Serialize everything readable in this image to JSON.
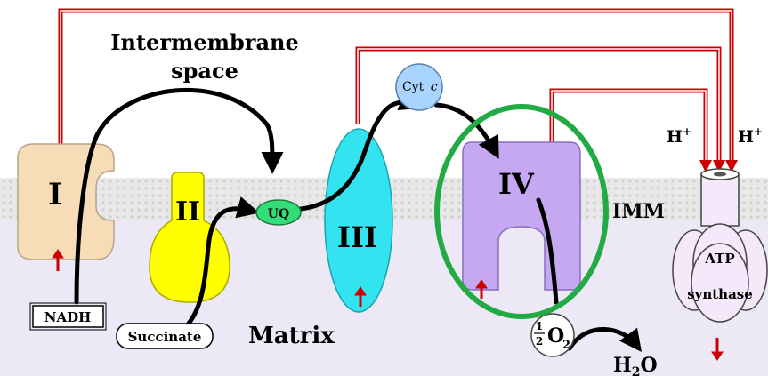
{
  "labels": {
    "intermembrane_line1": "Intermembrane",
    "intermembrane_line2": "space",
    "matrix": "Matrix",
    "imm": "IMM",
    "complex_1": "I",
    "complex_2": "II",
    "complex_3": "III",
    "complex_4": "IV",
    "uq": "UQ",
    "cytc": "Cyt",
    "cytc_italic": "c",
    "nadh": "NADH",
    "succinate": "Succinate",
    "atp_line1": "ATP",
    "atp_line2": "synthase",
    "oxygen_frac_num": "1",
    "oxygen_frac_den": "2",
    "oxygen": "O",
    "oxygen_sub": "2",
    "water": "H",
    "water_sub": "2",
    "water_tail": "O",
    "proton_left": "H",
    "proton_right": "H",
    "proton_sup": "+"
  },
  "colors": {
    "membrane": "#e6e6e6",
    "matrix": "#ece8f5",
    "complex_1": "#f7dcb8",
    "complex_2": "#ffff00",
    "complex_3": "#33e3f0",
    "complex_4": "#c6a8f2",
    "uq": "#33dd77",
    "cytc": "#a8d4ff",
    "atp": "#f5e8fa",
    "proton_path": "#cc0000",
    "highlight": "#22aa44"
  }
}
